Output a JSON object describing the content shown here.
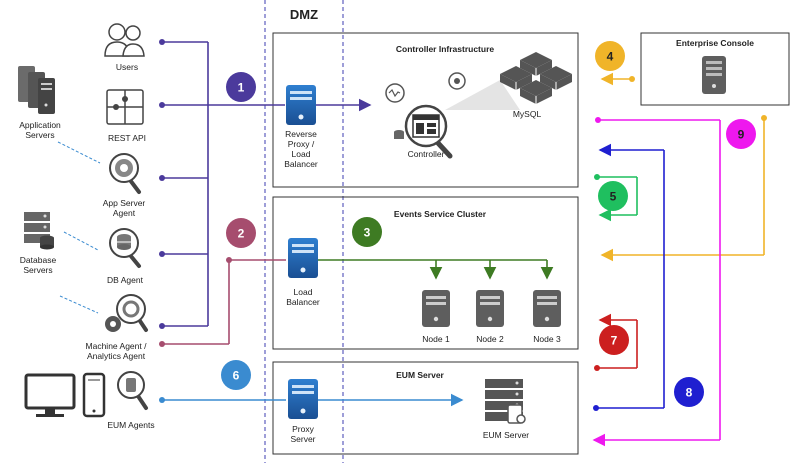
{
  "dmz_label": "DMZ",
  "boxes": {
    "controller_infra": "Controller Infrastructure",
    "events_cluster": "Events Service Cluster",
    "eum_server_box": "EUM Server",
    "enterprise_console": "Enterprise Console"
  },
  "agents": {
    "users": "Users",
    "rest_api": "REST API",
    "app_server_agent": [
      "App Server",
      "Agent"
    ],
    "db_agent": "DB Agent",
    "machine_agent": [
      "Machine Agent /",
      "Analytics Agent"
    ],
    "eum_agents": "EUM Agents"
  },
  "servers": {
    "application_servers": [
      "Application",
      "Servers"
    ],
    "database_servers": [
      "Database",
      "Servers"
    ]
  },
  "components": {
    "reverse_proxy": [
      "Reverse",
      "Proxy /",
      "Load",
      "Balancer"
    ],
    "controller": "Controller",
    "mysql": "MySQL",
    "load_balancer": [
      "Load",
      "Balancer"
    ],
    "nodes": [
      "Node 1",
      "Node 2",
      "Node 3"
    ],
    "proxy_server": [
      "Proxy",
      "Server"
    ],
    "eum_server": "EUM Server"
  },
  "badges": [
    {
      "n": "1",
      "color": "#4b3a9c",
      "text": "#ffffff"
    },
    {
      "n": "2",
      "color": "#a64d6e",
      "text": "#ffffff"
    },
    {
      "n": "3",
      "color": "#3e7b23",
      "text": "#ffffff"
    },
    {
      "n": "4",
      "color": "#f0b429",
      "text": "#222222"
    },
    {
      "n": "5",
      "color": "#1fbf5f",
      "text": "#222222"
    },
    {
      "n": "6",
      "color": "#3a8bd0",
      "text": "#ffffff"
    },
    {
      "n": "7",
      "color": "#cc1f1f",
      "text": "#ffffff"
    },
    {
      "n": "8",
      "color": "#1f1fd0",
      "text": "#ffffff"
    },
    {
      "n": "9",
      "color": "#ee18ee",
      "text": "#222222"
    }
  ],
  "colors": {
    "purple": "#4b3a9c",
    "mauve": "#a64d6e",
    "green": "#3e7b23",
    "yellow": "#f0b429",
    "lightgreen": "#1fbf5f",
    "blue": "#3a8bd0",
    "red": "#cc1f1f",
    "navy": "#1f1fd0",
    "magenta": "#ee18ee",
    "server_blue": "#1d5fa8"
  }
}
